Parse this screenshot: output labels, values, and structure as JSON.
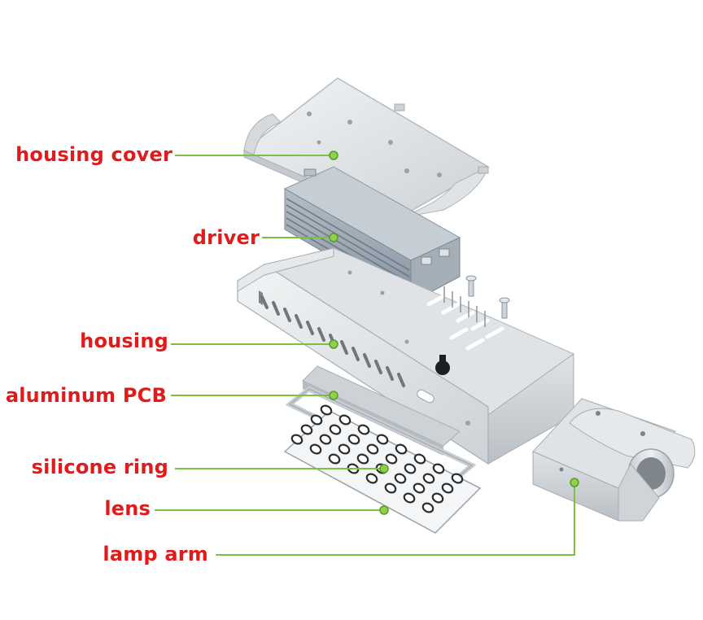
{
  "labels": {
    "housing_cover": "housing cover",
    "driver": "driver",
    "housing": "housing",
    "aluminum_pcb": "aluminum PCB",
    "silicone_ring": "silicone ring",
    "lens": "lens",
    "lamp_arm": "lamp arm"
  },
  "colors": {
    "label": "#e11b1b",
    "leader_line": "#7cc242",
    "metal_light": "#e9ecee",
    "metal_mid": "#cfd4d8",
    "metal_dark": "#a8afb5",
    "driver_body": "#9aa6b0"
  }
}
